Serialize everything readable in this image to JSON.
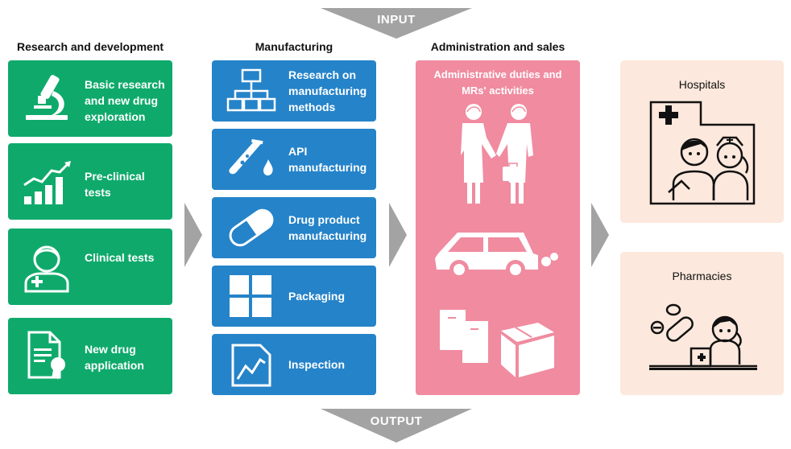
{
  "input_label": "INPUT",
  "output_label": "OUTPUT",
  "columns": {
    "rd": {
      "title": "Research and development",
      "items": [
        {
          "label": "Basic research and new drug exploration",
          "icon": "microscope-icon"
        },
        {
          "label": "Pre-clinical tests",
          "icon": "bar-chart-rising-icon"
        },
        {
          "label": "Clinical tests",
          "icon": "doctor-icon"
        },
        {
          "label": "New drug application",
          "icon": "certificate-document-icon"
        }
      ]
    },
    "mfg": {
      "title": "Manufacturing",
      "items": [
        {
          "label": "Research on manufacturing methods",
          "icon": "flowchart-icon"
        },
        {
          "label": "API manufacturing",
          "icon": "test-tube-icon"
        },
        {
          "label": "Drug product manufacturing",
          "icon": "capsule-icon"
        },
        {
          "label": "Packaging",
          "icon": "grid-boxes-icon"
        },
        {
          "label": "Inspection",
          "icon": "line-graph-document-icon"
        }
      ]
    },
    "admin": {
      "title": "Administration and sales",
      "subtitle": "Administrative duties and MRs' activities",
      "icons": [
        "handshake-people-icon",
        "car-icon",
        "boxes-icon"
      ]
    }
  },
  "destinations": [
    {
      "title": "Hospitals",
      "icon": "hospital-icon"
    },
    {
      "title": "Pharmacies",
      "icon": "pharmacy-icon"
    }
  ],
  "colors": {
    "rd": "#0faa6b",
    "mfg": "#2583c9",
    "admin": "#f08ba0",
    "destination": "#fce8dc",
    "arrow": "#a3a3a3"
  }
}
